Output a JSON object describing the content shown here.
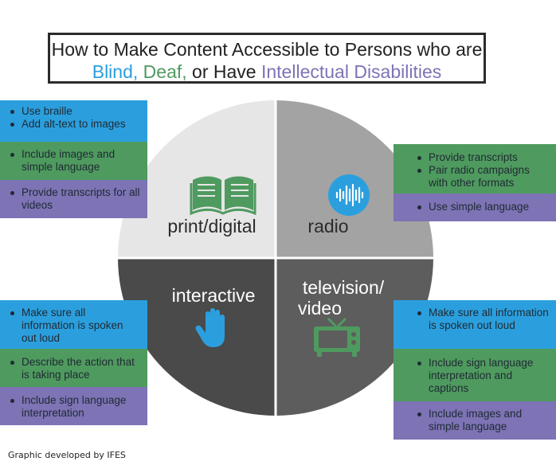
{
  "title": {
    "line1": "How to Make Content Accessible to Persons who are",
    "blind": "Blind,",
    "deaf": "Deaf,",
    "or_have": "or Have",
    "intellectual": "Intellectual Disabilities"
  },
  "colors": {
    "blind": "#2b9fde",
    "deaf": "#4f9a5f",
    "intellectual": "#7d73b5",
    "print_quadrant": "#e6e6e6",
    "radio_quadrant": "#a3a3a3",
    "interactive_quadrant": "#4a4a4a",
    "tv_quadrant": "#5d5d5d"
  },
  "quadrants": {
    "print": {
      "label": "print/digital",
      "icon": "book-icon"
    },
    "radio": {
      "label": "radio",
      "icon": "soundwave-icon"
    },
    "interactive": {
      "label": "interactive",
      "icon": "hand-icon"
    },
    "tv": {
      "label_line1": "television/",
      "label_line2": "video",
      "icon": "television-icon"
    }
  },
  "panels": {
    "print": {
      "blue": [
        "Use braille",
        "Add alt-text to images"
      ],
      "green": [
        "Include images and simple language"
      ],
      "purple": [
        "Provide transcripts for all videos"
      ]
    },
    "radio": {
      "green": [
        "Provide transcripts",
        "Pair radio campaigns with other formats"
      ],
      "purple": [
        "Use simple language"
      ]
    },
    "interactive": {
      "blue": [
        "Make sure all information is spoken out loud"
      ],
      "green": [
        "Describe the action that is taking place"
      ],
      "purple": [
        "Include sign language interpretation"
      ]
    },
    "tv": {
      "blue": [
        "Make sure all information is spoken out loud"
      ],
      "green": [
        "Include sign language interpretation and captions"
      ],
      "purple": [
        "Include images and simple language"
      ]
    }
  },
  "credit": "Graphic developed by IFES"
}
